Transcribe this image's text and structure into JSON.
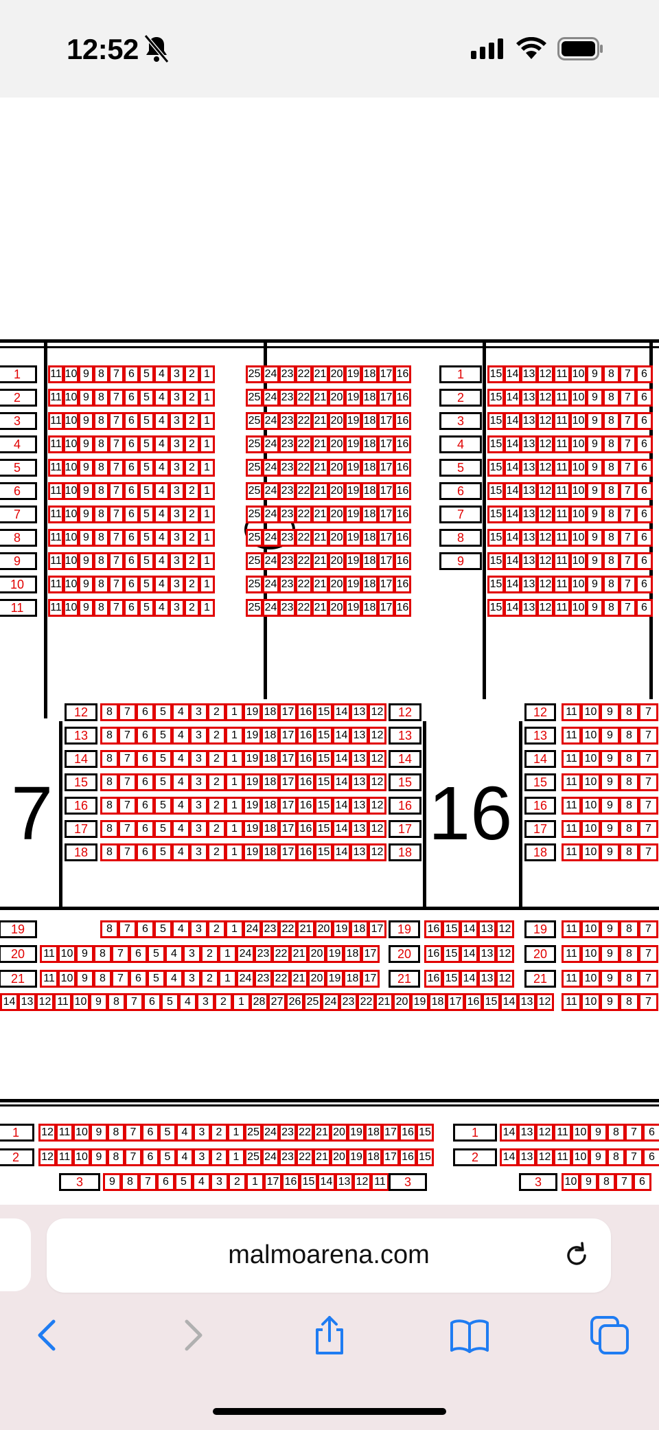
{
  "status_bar": {
    "time": "12:52"
  },
  "seat_map": {
    "section_left": "7",
    "section_center": "16",
    "row_numbers_top": [
      "1",
      "2",
      "3",
      "4",
      "5",
      "6",
      "7",
      "8",
      "9",
      "10",
      "11"
    ],
    "row_numbers_mid": [
      "12",
      "13",
      "14",
      "15",
      "16",
      "17",
      "18"
    ],
    "row_numbers_low": [
      "19",
      "20",
      "21"
    ],
    "row_numbers_bottom": [
      "1",
      "2",
      "3"
    ],
    "seats_left_block": [
      "11",
      "10",
      "9",
      "8",
      "7",
      "6",
      "5",
      "4",
      "3",
      "2",
      "1"
    ],
    "seats_center_block": [
      "25",
      "24",
      "23",
      "22",
      "21",
      "20",
      "19",
      "18",
      "17",
      "16"
    ],
    "seats_right_block": [
      "15",
      "14",
      "13",
      "12",
      "11",
      "10",
      "9",
      "8",
      "7",
      "6"
    ],
    "seats_mid_block": [
      "8",
      "7",
      "6",
      "5",
      "4",
      "3",
      "2",
      "1",
      "19",
      "18",
      "17",
      "16",
      "15",
      "14",
      "13",
      "12"
    ],
    "seats_mid_right": [
      "11",
      "10",
      "9",
      "8",
      "7"
    ],
    "seats_row19": [
      "8",
      "7",
      "6",
      "5",
      "4",
      "3",
      "2",
      "1",
      "24",
      "23",
      "22",
      "21",
      "20",
      "19",
      "18",
      "17"
    ],
    "seats_row19_right": [
      "16",
      "15",
      "14",
      "13",
      "12"
    ],
    "seats_row20": [
      "11",
      "10",
      "9",
      "8",
      "7",
      "6",
      "5",
      "4",
      "3",
      "2",
      "1",
      "24",
      "23",
      "22",
      "21",
      "20",
      "19",
      "18",
      "17"
    ],
    "seats_row22": [
      "14",
      "13",
      "12",
      "11",
      "10",
      "9",
      "8",
      "7",
      "6",
      "5",
      "4",
      "3",
      "2",
      "1",
      "28",
      "27",
      "26",
      "25",
      "24",
      "23",
      "22",
      "21",
      "20",
      "19",
      "18",
      "17",
      "16",
      "15",
      "14",
      "13",
      "12"
    ],
    "seats_lower_1": [
      "12",
      "11",
      "10",
      "9",
      "8",
      "7",
      "6",
      "5",
      "4",
      "3",
      "2",
      "1",
      "25",
      "24",
      "23",
      "22",
      "21",
      "20",
      "19",
      "18",
      "17",
      "16",
      "15"
    ],
    "seats_lower_1_right": [
      "14",
      "13",
      "12",
      "11",
      "10",
      "9",
      "8",
      "7",
      "6"
    ],
    "seats_lower_3": [
      "9",
      "8",
      "7",
      "6",
      "5",
      "4",
      "3",
      "2",
      "1",
      "17",
      "16",
      "15",
      "14",
      "13",
      "12",
      "11"
    ],
    "seats_lower_3_right": [
      "10",
      "9",
      "8",
      "7",
      "6"
    ]
  },
  "browser": {
    "url": "malmoarena.com",
    "accent_color": "#1f7cf2"
  }
}
